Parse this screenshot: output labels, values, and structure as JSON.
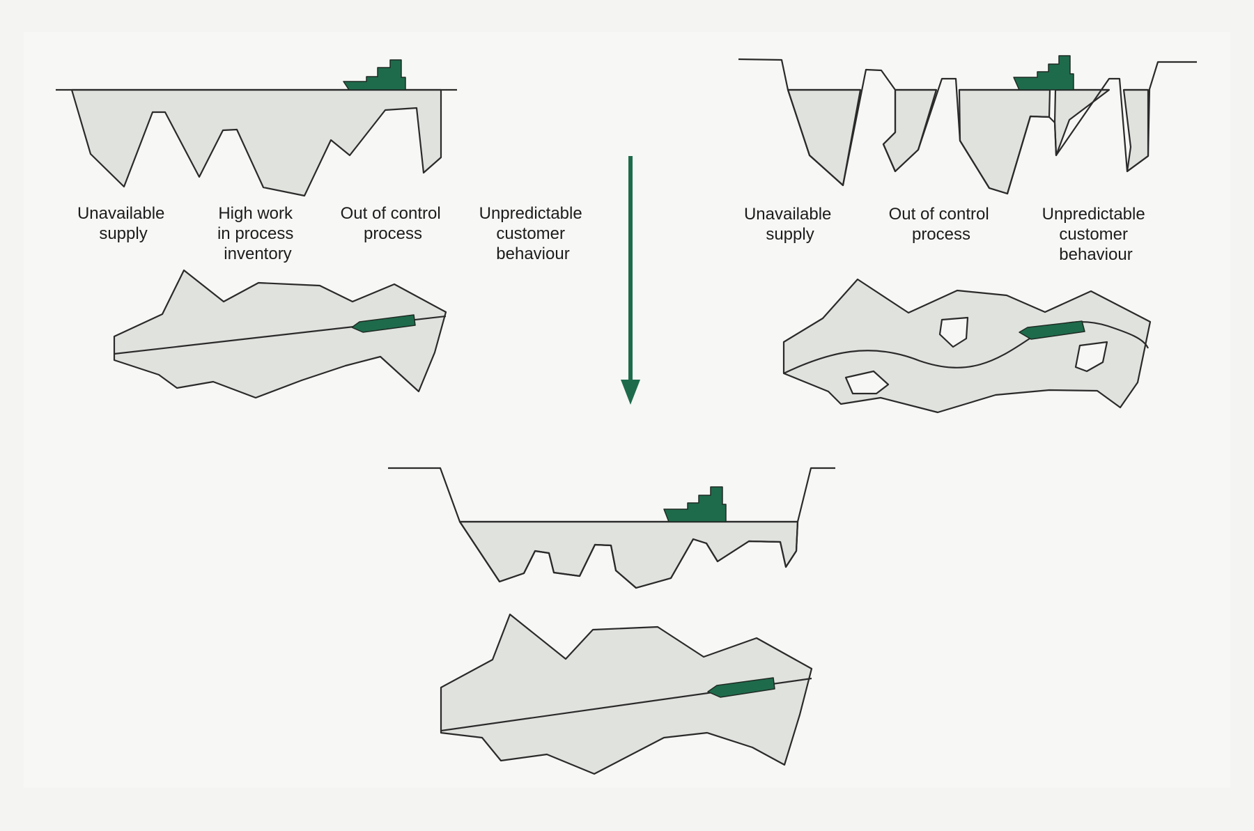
{
  "colors": {
    "accent": "#1e6b4b",
    "rock_fill": "#e0e2de",
    "outline": "#2a2a2a",
    "background": "#f4f4f2"
  },
  "icons": [
    "ship-icon",
    "boat-icon",
    "down-arrow-icon"
  ],
  "left_panel": {
    "labels": [
      [
        "Unavailable",
        "supply"
      ],
      [
        "High work",
        "in process",
        "inventory"
      ],
      [
        "Out of control",
        "process"
      ],
      [
        "Unpredictable",
        "customer",
        "behaviour"
      ]
    ]
  },
  "right_panel": {
    "labels": [
      [
        "Unavailable",
        "supply"
      ],
      [
        "Out of control",
        "process"
      ],
      [
        "Unpredictable",
        "customer",
        "behaviour"
      ]
    ]
  }
}
